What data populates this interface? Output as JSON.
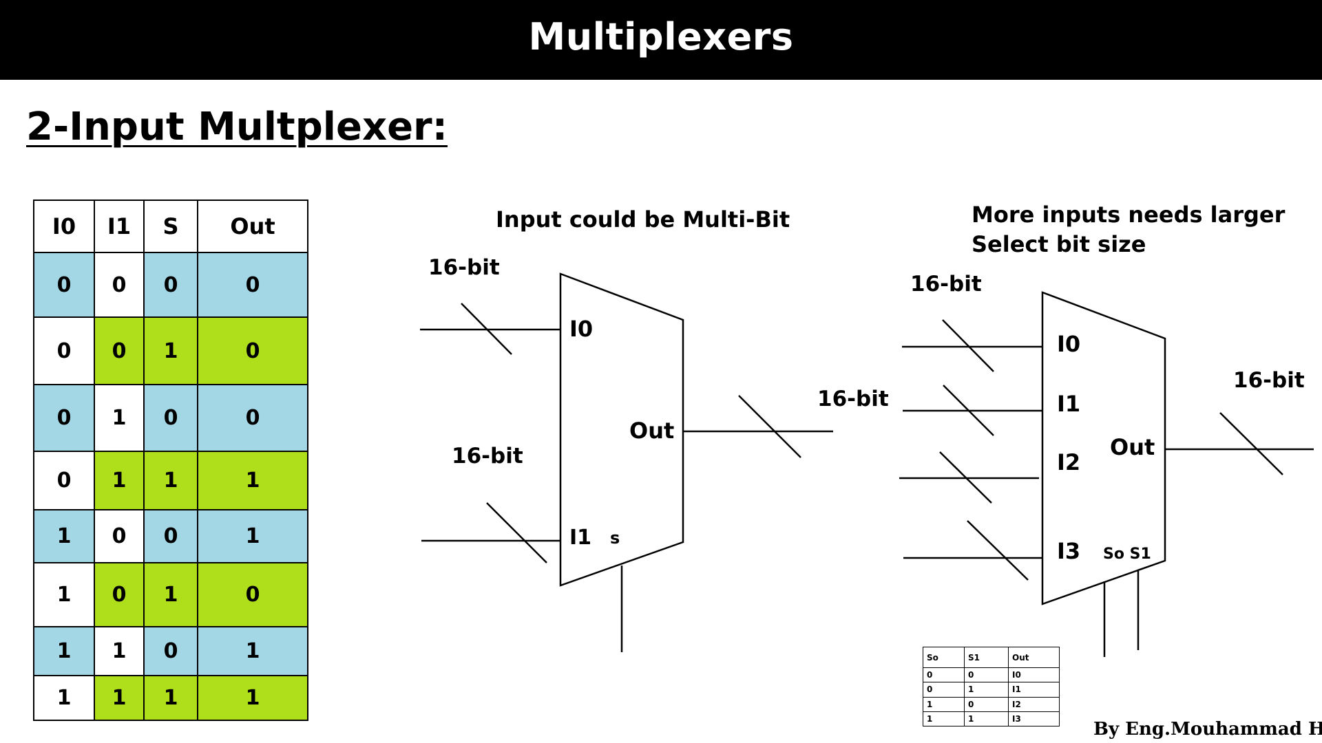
{
  "header": {
    "title": "Multiplexers"
  },
  "section": {
    "heading": "2-Input Multplexer:"
  },
  "truth_table": {
    "headers": [
      "I0",
      "I1",
      "S",
      "Out"
    ],
    "rows": [
      [
        "0",
        "0",
        "0",
        "0"
      ],
      [
        "0",
        "0",
        "1",
        "0"
      ],
      [
        "0",
        "1",
        "0",
        "0"
      ],
      [
        "0",
        "1",
        "1",
        "1"
      ],
      [
        "1",
        "0",
        "0",
        "1"
      ],
      [
        "1",
        "0",
        "1",
        "0"
      ],
      [
        "1",
        "1",
        "0",
        "1"
      ],
      [
        "1",
        "1",
        "1",
        "1"
      ]
    ],
    "colors": {
      "blue": "#a3d7e6",
      "green": "#afdf1a",
      "white": "#ffffff"
    }
  },
  "mux2": {
    "caption": "Input could be Multi-Bit",
    "input0_width": "16-bit",
    "input1_width": "16-bit",
    "output_width": "16-bit",
    "label_i0": "I0",
    "label_i1": "I1",
    "label_s": "s",
    "label_out": "Out"
  },
  "mux4": {
    "caption_line1": "More inputs needs larger",
    "caption_line2": "Select bit size",
    "input_width": "16-bit",
    "output_width": "16-bit",
    "label_i0": "I0",
    "label_i1": "I1",
    "label_i2": "I2",
    "label_i3": "I3",
    "label_select": "So S1",
    "label_out": "Out"
  },
  "select_table": {
    "headers": [
      "So",
      "S1",
      "Out"
    ],
    "rows": [
      [
        "0",
        "0",
        "I0"
      ],
      [
        "0",
        "1",
        "I1"
      ],
      [
        "1",
        "0",
        "I2"
      ],
      [
        "1",
        "1",
        "I3"
      ]
    ]
  },
  "footer": {
    "author": "By Eng.Mouhammad Hamsho"
  }
}
